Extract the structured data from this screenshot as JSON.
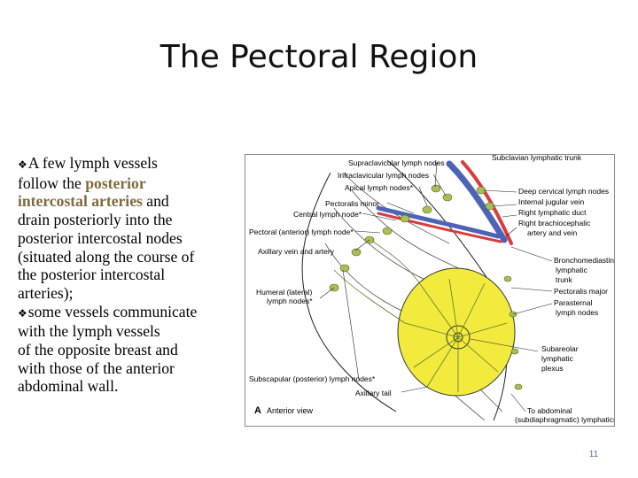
{
  "slide": {
    "title": "The Pectoral Region",
    "page_number": "11"
  },
  "body": {
    "lines": [
      {
        "pre": "A few lymph vessels",
        "bullet": true
      },
      {
        "pre": "follow the ",
        "hl": "posterior"
      },
      {
        "hl": "intercostal arteries",
        "post": " and"
      },
      {
        "pre": "drain posteriorly into the"
      },
      {
        "pre": "posterior intercostal nodes"
      },
      {
        "pre": "(situated along the course of"
      },
      {
        "pre": "the posterior intercostal"
      },
      {
        "pre": "arteries);"
      },
      {
        "pre": "some vessels communicate",
        "bullet": true
      },
      {
        "pre": "with the lymph vessels"
      },
      {
        "pre": "of the opposite breast and"
      },
      {
        "pre": "with those of the anterior"
      },
      {
        "pre": "abdominal wall."
      }
    ],
    "bullet_glyph": "❖",
    "highlight_color": "#7f6a3d"
  },
  "figure": {
    "labels": {
      "subclavian_trunk": "Subclavian lymphatic trunk",
      "supraclavicular": "Supraclavicular lymph nodes",
      "infraclavicular": "Infraclavicular lymph nodes",
      "apical": "Apical lymph nodes*",
      "pectoralis_minor": "Pectoralis minor",
      "central": "Central lymph node*",
      "pectoral": "Pectoral (anterior) lymph node*",
      "axillary_vein": "Axillary vein and artery",
      "humeral_1": "Humeral (lateral)",
      "humeral_2": "lymph nodes*",
      "subscapular": "Subscapular (posterior) lymph nodes*",
      "axillary_tail": "Axillary tail",
      "view_letter": "A",
      "view_caption": "Anterior view",
      "deep_cervical": "Deep cervical lymph nodes",
      "jugular_vein": "Internal jugular vein",
      "lymphatic_duct": "Right lymphatic duct",
      "brachio_1": "Right brachiocephalic",
      "brachio_2": "artery and vein",
      "bronchomed_1": "Bronchomediastinal",
      "bronchomed_2": "lymphatic",
      "bronchomed_3": "trunk",
      "pect_major": "Pectoralis major",
      "parasternal_1": "Parasternal",
      "parasternal_2": "lymph nodes",
      "subareolar_1": "Subareolar",
      "subareolar_2": "lymphatic",
      "subareolar_3": "plexus",
      "abdominal_1": "To abdominal",
      "abdominal_2": "(subdiaphragmatic) lymphatics"
    },
    "colors": {
      "breast": "#f2ea3c",
      "nodes": "#a8bf56",
      "vein": "#4d63b5",
      "artery": "#d93c3c"
    }
  }
}
